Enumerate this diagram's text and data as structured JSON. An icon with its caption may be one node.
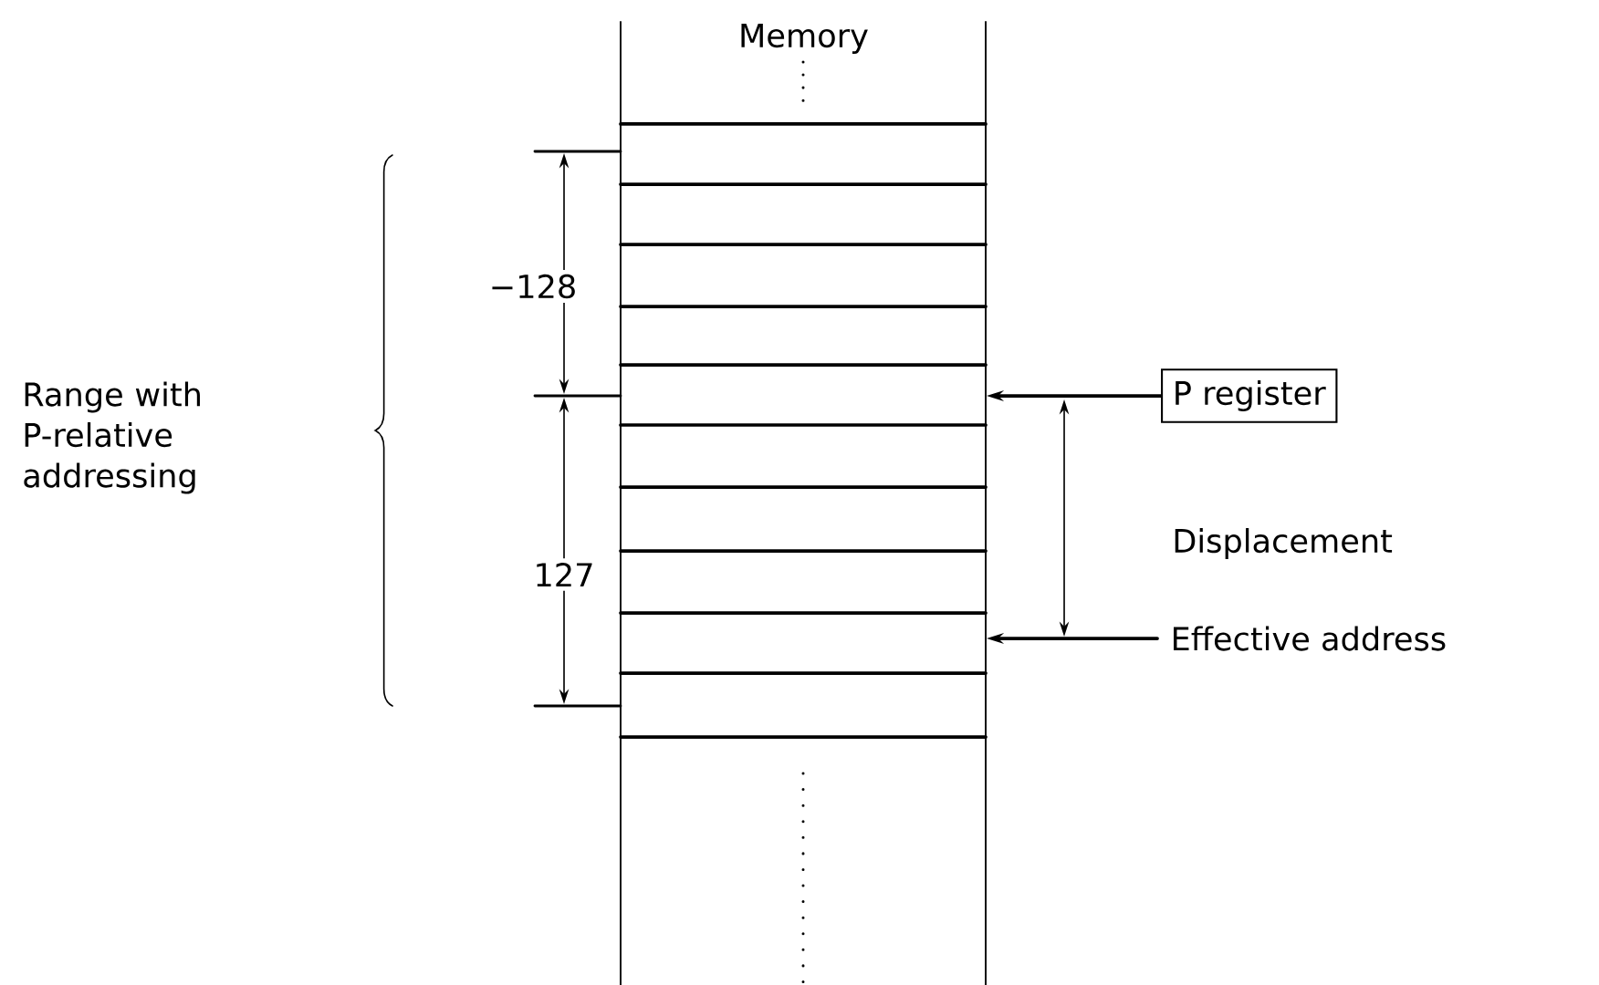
{
  "diagram": {
    "nodes": [
      {
        "text": [
          "Memory"
        ]
      },
      {
        "text": [
          "P register"
        ]
      },
      {
        "text": [
          "Effective address"
        ]
      }
    ],
    "edges": [
      {
        "from": 1,
        "to": 0,
        "arrow": "to"
      },
      {
        "from": 2,
        "to": 0,
        "arrow": "to"
      }
    ],
    "labels": [
      "Range with P-relative addressing",
      "−128",
      "127",
      "Displacement"
    ]
  }
}
